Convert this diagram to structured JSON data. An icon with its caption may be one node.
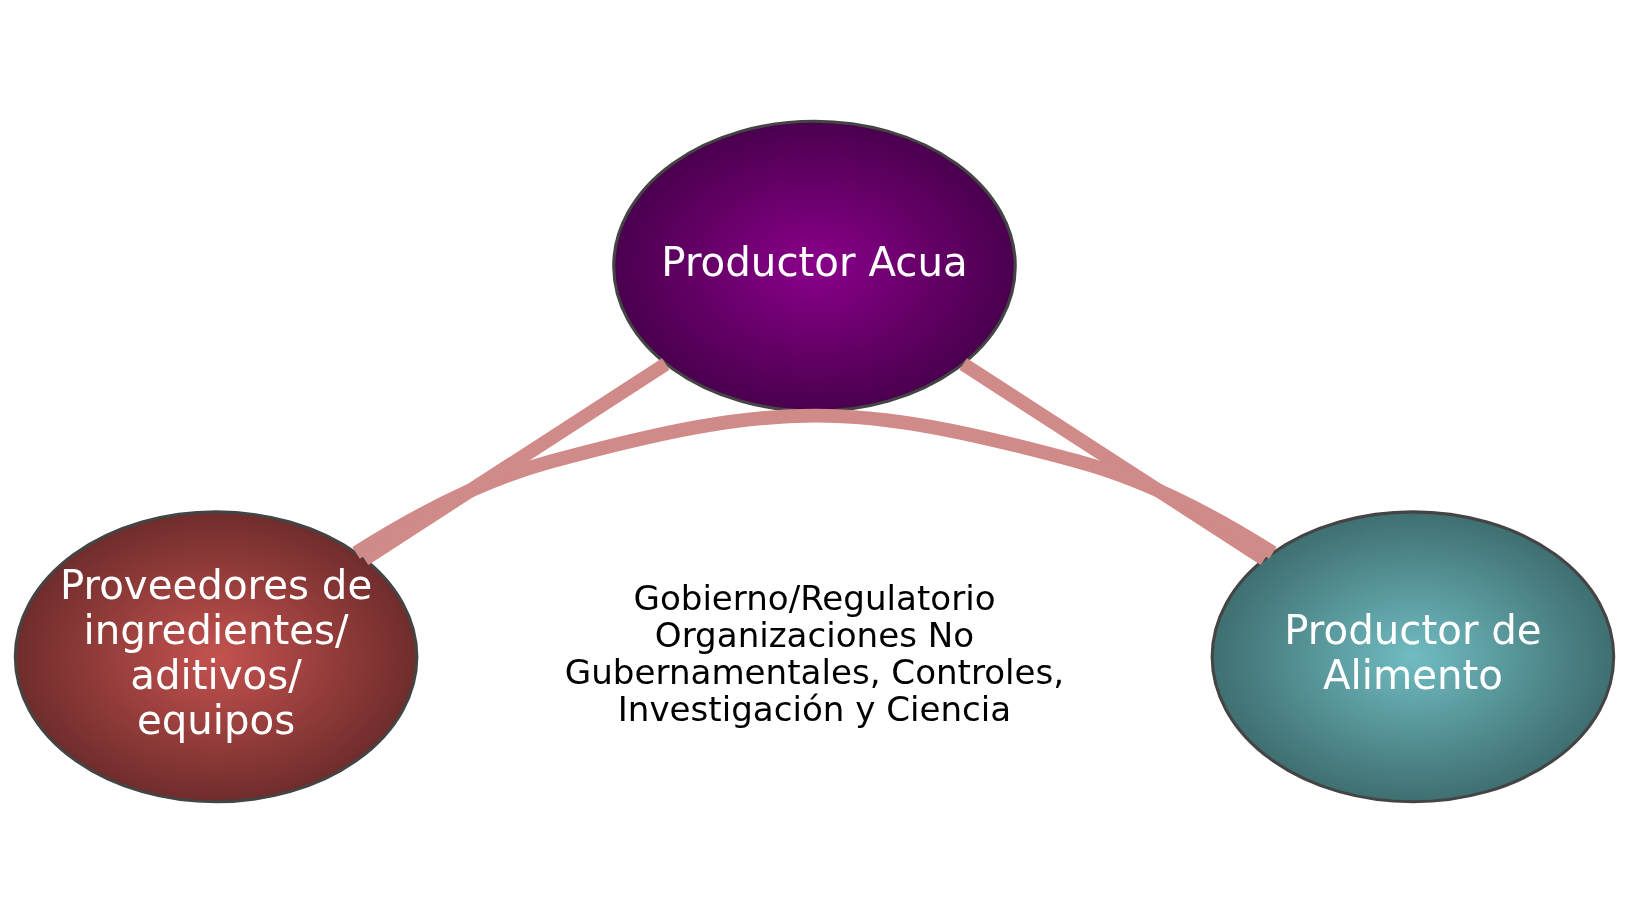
{
  "diagram": {
    "nodes": [
      {
        "text": [
          "Productor Acua"
        ]
      },
      {
        "text": [
          "Productor de Alimento"
        ]
      },
      {
        "text": [
          "Proveedores de ingredientes/ aditivos/ equipos"
        ]
      }
    ],
    "edges": [
      {
        "from": 0,
        "to": 1,
        "arrow": "none"
      },
      {
        "from": 1,
        "to": 2,
        "arrow": "none"
      },
      {
        "from": 2,
        "to": 0,
        "arrow": "none"
      }
    ],
    "labels": [
      "Gobierno/Regulatorio Organizaciones No Gubernamentales, Controles, Investigación y Ciencia"
    ]
  }
}
